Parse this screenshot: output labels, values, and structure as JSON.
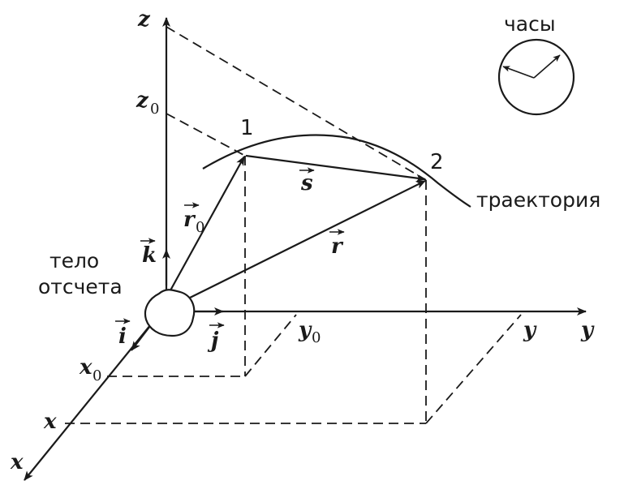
{
  "labels": {
    "z": "z",
    "z0": "z",
    "z0_sub": "0",
    "y": "y",
    "y_on_axis": "y",
    "y0": "y",
    "y0_sub": "0",
    "x": "x",
    "x_on_axis": "x",
    "x0": "x",
    "x0_sub": "0",
    "point1": "1",
    "point2": "2",
    "vec_s": "s",
    "vec_r0": "r",
    "vec_r0_sub": "0",
    "vec_r": "r",
    "vec_i": "i",
    "vec_j": "j",
    "vec_k": "k",
    "clock": "часы",
    "trajectory": "траектория",
    "reference_body_line1": "тело",
    "reference_body_line2": "отсчета"
  }
}
